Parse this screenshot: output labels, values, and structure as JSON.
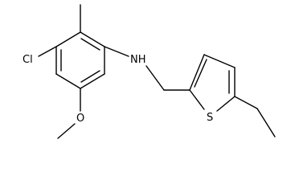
{
  "molecule": {
    "atom_labels": {
      "chlorine": "Cl",
      "amine": "NH",
      "sulfur": "S",
      "oxygen": "O"
    }
  }
}
